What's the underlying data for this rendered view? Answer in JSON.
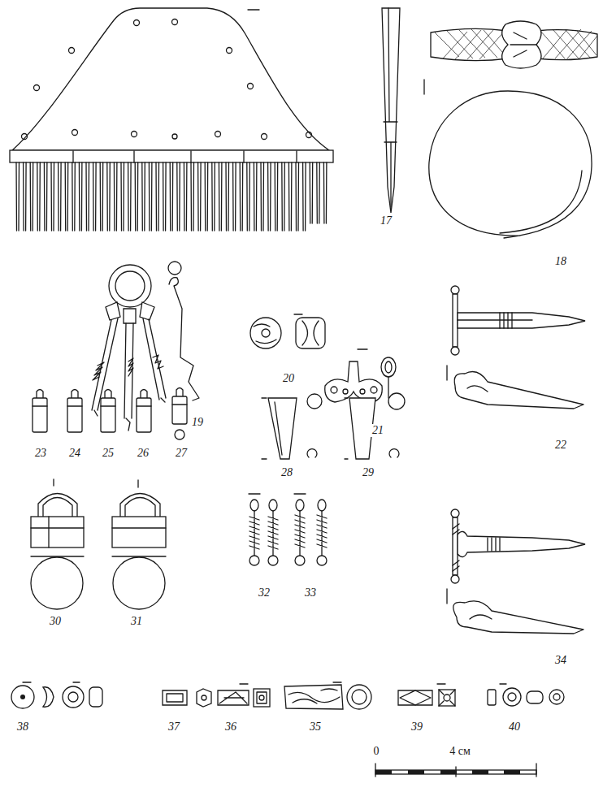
{
  "diagram": {
    "labels": [
      "17",
      "18",
      "19",
      "20",
      "21",
      "22",
      "23",
      "24",
      "25",
      "26",
      "27",
      "28",
      "29",
      "34",
      "30",
      "31",
      "32",
      "33",
      "38",
      "37",
      "36",
      "35",
      "39",
      "40",
      "0",
      "4 см"
    ]
  }
}
